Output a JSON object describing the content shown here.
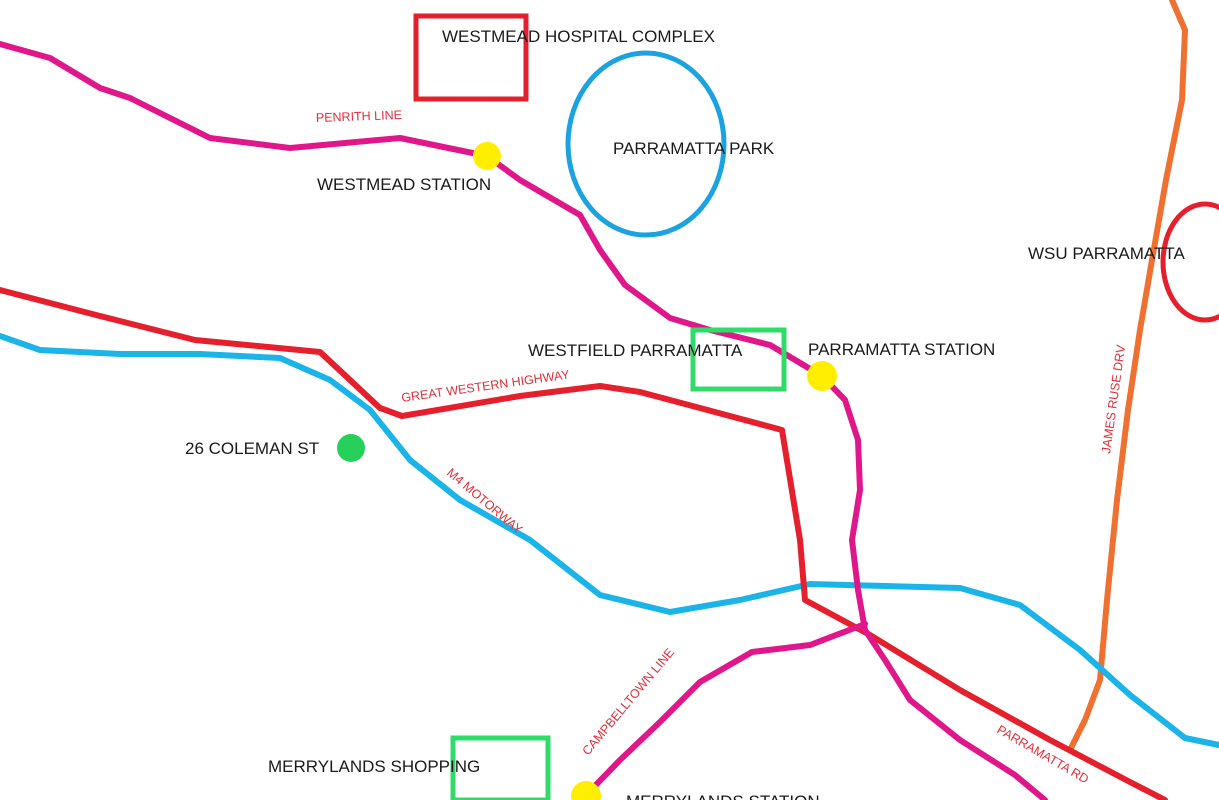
{
  "colors": {
    "rail": "#e0178a",
    "highway": "#e51f2b",
    "motorway": "#1ab4e8",
    "james_ruse": "#f07030",
    "park": "#1aa3e0",
    "hospital": "#e51f2b",
    "shopping": "#2fdc6a",
    "station": "#ffee00",
    "home": "#26d05a",
    "route_label": "#e0303a",
    "place_label": "#1a1a1a"
  },
  "routes": {
    "penrith_line": "PENRITH LINE",
    "great_western_highway": "GREAT WESTERN HIGHWAY",
    "m4_motorway": "M4 MOTORWAY",
    "campbelltown_line": "CAMPBELLTOWN LINE",
    "james_ruse_drv": "JAMES RUSE DRV",
    "parramatta_rd": "PARRAMATTA RD"
  },
  "places": {
    "westmead_hospital": "WESTMEAD HOSPITAL COMPLEX",
    "parramatta_park": "PARRAMATTA PARK",
    "westmead_station": "WESTMEAD STATION",
    "wsu_parramatta": "WSU PARRAMATTA",
    "westfield_parramatta": "WESTFIELD PARRAMATTA",
    "parramatta_station": "PARRAMATTA STATION",
    "coleman_st": "26 COLEMAN ST",
    "merrylands_shopping": "MERRYLANDS SHOPPING",
    "merrylands_station": "MERRYLANDS STATION"
  }
}
